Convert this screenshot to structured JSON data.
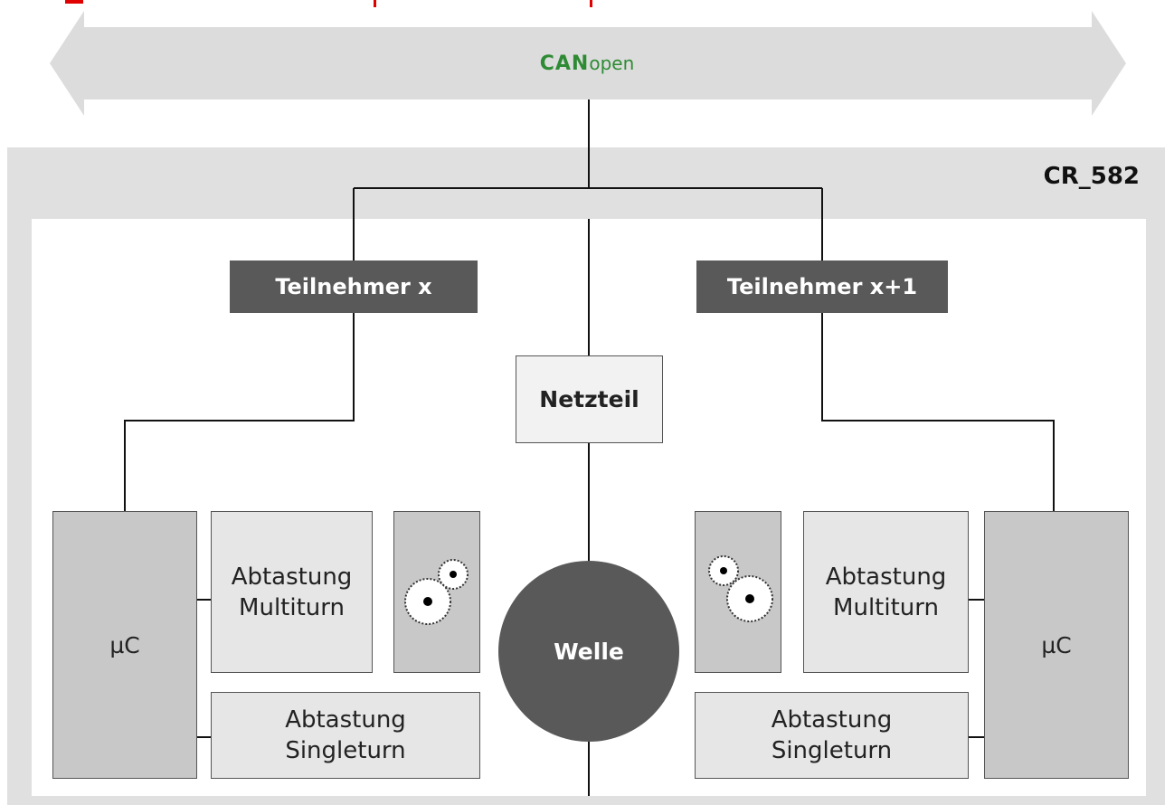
{
  "bus": {
    "label_bold": "CAN",
    "label_rest": "open"
  },
  "device": {
    "label": "CR_582"
  },
  "nodes": {
    "left": "Teilnehmer x",
    "right": "Teilnehmer x+1"
  },
  "power": {
    "label": "Netzteil"
  },
  "shaft": {
    "label": "Welle"
  },
  "left_module": {
    "uc": "µC",
    "multiturn": [
      "Abtastung",
      "Multiturn"
    ],
    "singleturn": [
      "Abtastung",
      "Singleturn"
    ]
  },
  "right_module": {
    "uc": "µC",
    "multiturn": [
      "Abtastung",
      "Multiturn"
    ],
    "singleturn": [
      "Abtastung",
      "Singleturn"
    ]
  },
  "colors": {
    "can_green": "#2e8b34",
    "arrow_gray": "#dcdcdc",
    "frame_gray": "#e0e0e0",
    "dark_box": "#595959",
    "uc_gray": "#c8c8c8",
    "light_box": "#e6e6e6",
    "red_mark": "#e00000"
  },
  "icons": {
    "gear_left": "gear-pair-icon",
    "gear_right": "gear-pair-icon"
  }
}
